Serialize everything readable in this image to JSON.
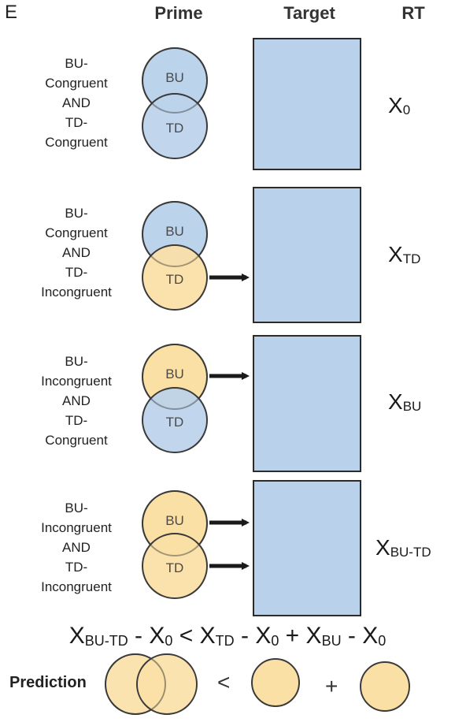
{
  "panel_letter": "E",
  "headers": {
    "prime": "Prime",
    "target": "Target",
    "rt": "RT"
  },
  "colors": {
    "congruent": "#bcd3ec",
    "incongruent": "#fbe0a6",
    "target": "#b9d1ea",
    "stroke": "#3a3a3a"
  },
  "circle_labels": {
    "bu": "BU",
    "td": "TD"
  },
  "rows": [
    {
      "condition": [
        "BU-",
        "Congruent",
        "AND",
        "TD-",
        "Congruent"
      ],
      "bu_state": "congruent",
      "td_state": "congruent",
      "rt_base": "X",
      "rt_sub": "0"
    },
    {
      "condition": [
        "BU-",
        "Congruent",
        "AND",
        "TD-",
        "Incongruent"
      ],
      "bu_state": "congruent",
      "td_state": "incongruent",
      "rt_base": "X",
      "rt_sub": "TD"
    },
    {
      "condition": [
        "BU-",
        "Incongruent",
        "AND",
        "TD-",
        "Congruent"
      ],
      "bu_state": "incongruent",
      "td_state": "congruent",
      "rt_base": "X",
      "rt_sub": "BU"
    },
    {
      "condition": [
        "BU-",
        "Incongruent",
        "AND",
        "TD-",
        "Incongruent"
      ],
      "bu_state": "incongruent",
      "td_state": "incongruent",
      "rt_base": "X",
      "rt_sub": "BU-TD"
    }
  ],
  "equation": {
    "t1_base": "X",
    "t1_sub": "BU-TD",
    "minus1": " - ",
    "t2_base": "X",
    "t2_sub": "0",
    "lt": " < ",
    "t3_base": "X",
    "t3_sub": "TD",
    "minus2": " - ",
    "t4_base": "X",
    "t4_sub": "0",
    "plus": " + ",
    "t5_base": "X",
    "t5_sub": "BU",
    "minus3": " - ",
    "t6_base": "X",
    "t6_sub": "0"
  },
  "prediction": {
    "label": "Prediction",
    "lt": "<",
    "plus": "+"
  }
}
